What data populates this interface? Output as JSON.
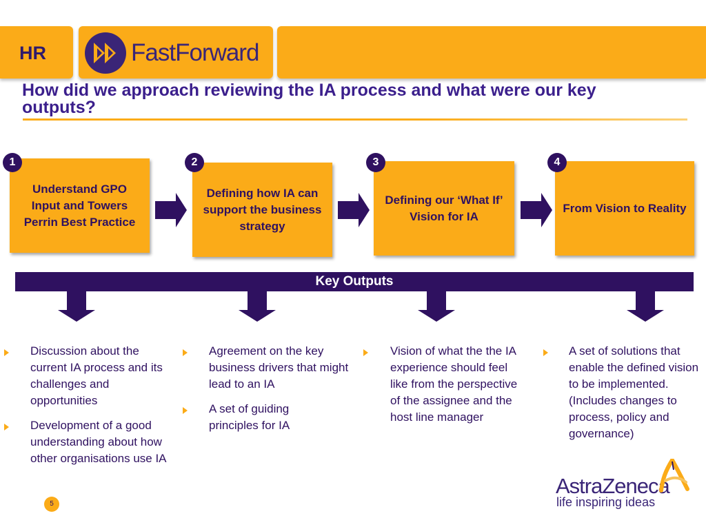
{
  "header": {
    "section": "HR",
    "brand": "FastForward"
  },
  "title": "How did we approach reviewing the IA process and what were our key outputs?",
  "steps": [
    {
      "number": "1",
      "label": "Understand GPO Input and Towers Perrin Best Practice"
    },
    {
      "number": "2",
      "label": "Defining how IA can support the business strategy"
    },
    {
      "number": "3",
      "label": "Defining our ‘What If’ Vision for IA"
    },
    {
      "number": "4",
      "label": "From Vision to Reality"
    }
  ],
  "key_outputs": {
    "label": "Key Outputs",
    "columns": [
      {
        "bullets": [
          "Discussion about the current IA process and its challenges and opportunities",
          "Development of a good understanding about how other organisations use IA"
        ]
      },
      {
        "bullets": [
          "Agreement on the key business drivers that might  lead to an IA",
          "A set of guiding principles for IA"
        ]
      },
      {
        "bullets": [
          "Vision of what the the IA experience should feel like from the perspective of the assignee and the host line manager"
        ]
      },
      {
        "bullets": [
          "A set of solutions that enable the defined vision to be implemented. (Includes changes to process, policy and governance)"
        ]
      }
    ]
  },
  "footer": {
    "page_number": "5",
    "logo_name": "AstraZeneca",
    "logo_tagline": "life inspiring ideas"
  },
  "colors": {
    "accent_orange": "#fbab18",
    "brand_purple": "#2f1160",
    "title_purple": "#3b1f8c"
  }
}
